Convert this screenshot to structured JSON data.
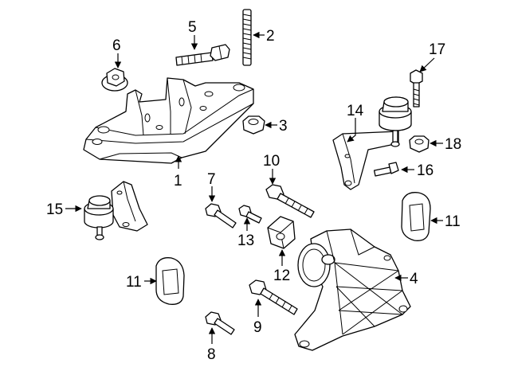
{
  "callouts": [
    {
      "id": "c1",
      "label": "1"
    },
    {
      "id": "c2",
      "label": "2"
    },
    {
      "id": "c3",
      "label": "3"
    },
    {
      "id": "c4",
      "label": "4"
    },
    {
      "id": "c5",
      "label": "5"
    },
    {
      "id": "c6",
      "label": "6"
    },
    {
      "id": "c7",
      "label": "7"
    },
    {
      "id": "c8",
      "label": "8"
    },
    {
      "id": "c9",
      "label": "9"
    },
    {
      "id": "c10",
      "label": "10"
    },
    {
      "id": "c11a",
      "label": "11"
    },
    {
      "id": "c11b",
      "label": "11"
    },
    {
      "id": "c12",
      "label": "12"
    },
    {
      "id": "c13",
      "label": "13"
    },
    {
      "id": "c14",
      "label": "14"
    },
    {
      "id": "c15",
      "label": "15"
    },
    {
      "id": "c16",
      "label": "16"
    },
    {
      "id": "c17",
      "label": "17"
    },
    {
      "id": "c18",
      "label": "18"
    }
  ]
}
